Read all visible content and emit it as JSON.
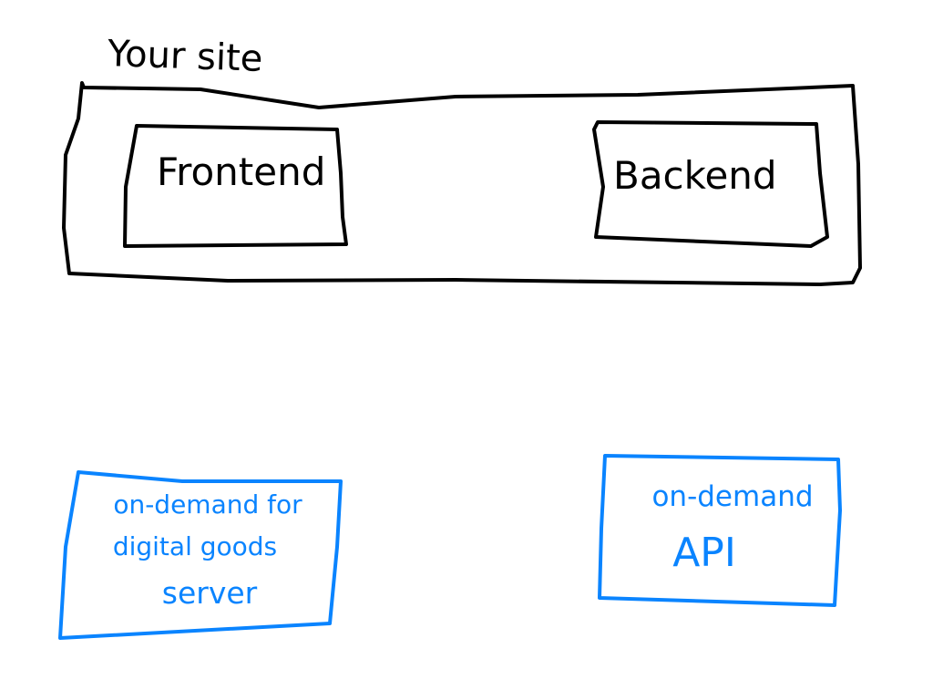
{
  "colors": {
    "ink_black": "#000000",
    "ink_blue": "#0a84ff",
    "background": "#ffffff"
  },
  "site_container": {
    "title": "Your site"
  },
  "frontend_box": {
    "label": "Frontend"
  },
  "backend_box": {
    "label": "Backend"
  },
  "digital_goods_server_box": {
    "line_1": "on-demand for",
    "line_2": "digital goods",
    "line_3": "server"
  },
  "api_box": {
    "line_1": "on-demand",
    "line_2": "API"
  }
}
